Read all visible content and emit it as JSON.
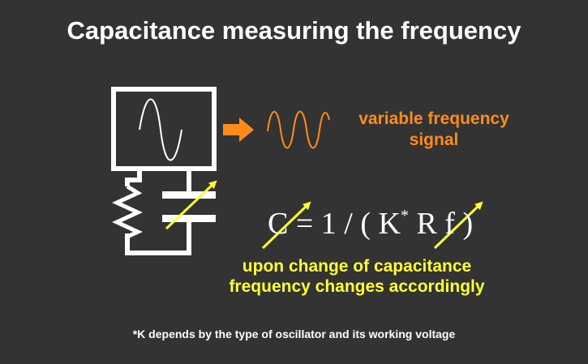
{
  "title": "Capacitance measuring the frequency",
  "signal_label": {
    "line1": "variable frequency",
    "line2": "signal"
  },
  "formula": {
    "lhs": "C = 1 / ( K",
    "superscript": "*",
    "rhs": " R f )"
  },
  "caption": {
    "line1": "upon change of capacitance",
    "line2": "frequency changes accordingly"
  },
  "footnote": "*K depends by the type of oscillator and its working voltage",
  "colors": {
    "background": "#333333",
    "wire": "#ffffff",
    "accent_orange": "#ff8c1a",
    "accent_yellow": "#ffff33"
  },
  "icons": {
    "oscillator": "oscilloscope-screen-sine",
    "resistor": "resistor-zigzag",
    "capacitor": "variable-capacitor",
    "arrow": "right-arrow-block",
    "wave": "sine-wave"
  }
}
